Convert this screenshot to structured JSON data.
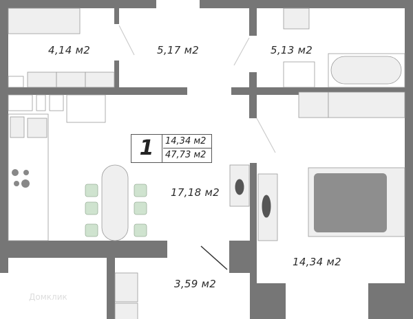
{
  "rooms": {
    "wardrobe": "4,14 м2",
    "hall": "5,17 м2",
    "bathroom": "5,13 м2",
    "kitchen_living": "17,18 м2",
    "bedroom": "14,34 м2",
    "balcony": "3,59 м2"
  },
  "info": {
    "rooms_count": "1",
    "living_area": "14,34 м2",
    "total_area": "47,73 м2"
  },
  "watermark": "Домклик",
  "colors": {
    "wall": "#767676",
    "furniture": "#efefef",
    "chairs": "#cfe3cf"
  }
}
